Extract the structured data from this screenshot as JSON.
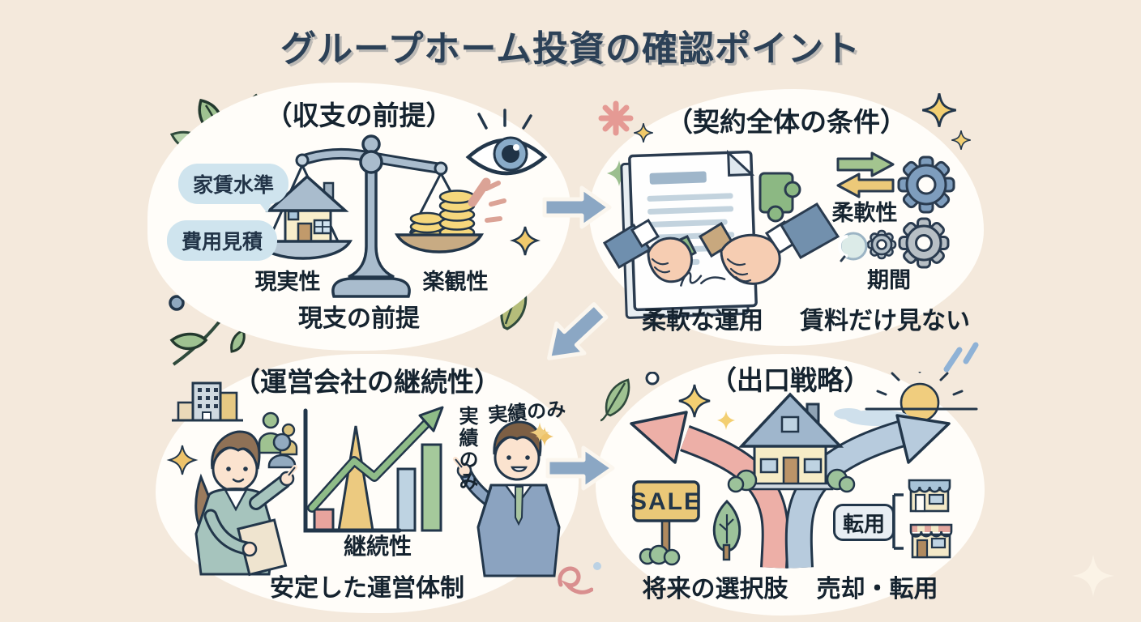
{
  "title": "グループホーム投資の確認ポイント",
  "sections": {
    "income": {
      "heading": "（収支の前提）",
      "bubble_rent": "家賃水準",
      "bubble_cost": "費用見積",
      "scale_left_label": "現実性",
      "scale_right_label": "楽観性",
      "caption": "現支の前提"
    },
    "contract": {
      "heading": "（契約全体の条件）",
      "flexibility_label": "柔軟性",
      "period_label": "期間",
      "caption_left": "柔軟な運用",
      "caption_right": "賃料だけ見ない"
    },
    "operator": {
      "heading": "（運営会社の継続性）",
      "note_vertical": "実績のみ",
      "note_horizontal": "実績のみ",
      "chart_label": "継続性",
      "caption": "安定した運営体制"
    },
    "exit": {
      "heading": "（出口戦略）",
      "sale_sign": "SALE",
      "conversion_label": "転用",
      "caption_left": "将来の選択肢",
      "caption_right": "売却・転用"
    }
  },
  "colors": {
    "background": "#f4e9dc",
    "panel": "#fffdf9",
    "ink": "#22364a",
    "accent_blue": "#8ba7c4",
    "accent_green": "#9cc29a",
    "accent_yellow": "#f0cd7e",
    "accent_pink": "#e8a49d",
    "bubble_blue": "#cfe4ee"
  }
}
